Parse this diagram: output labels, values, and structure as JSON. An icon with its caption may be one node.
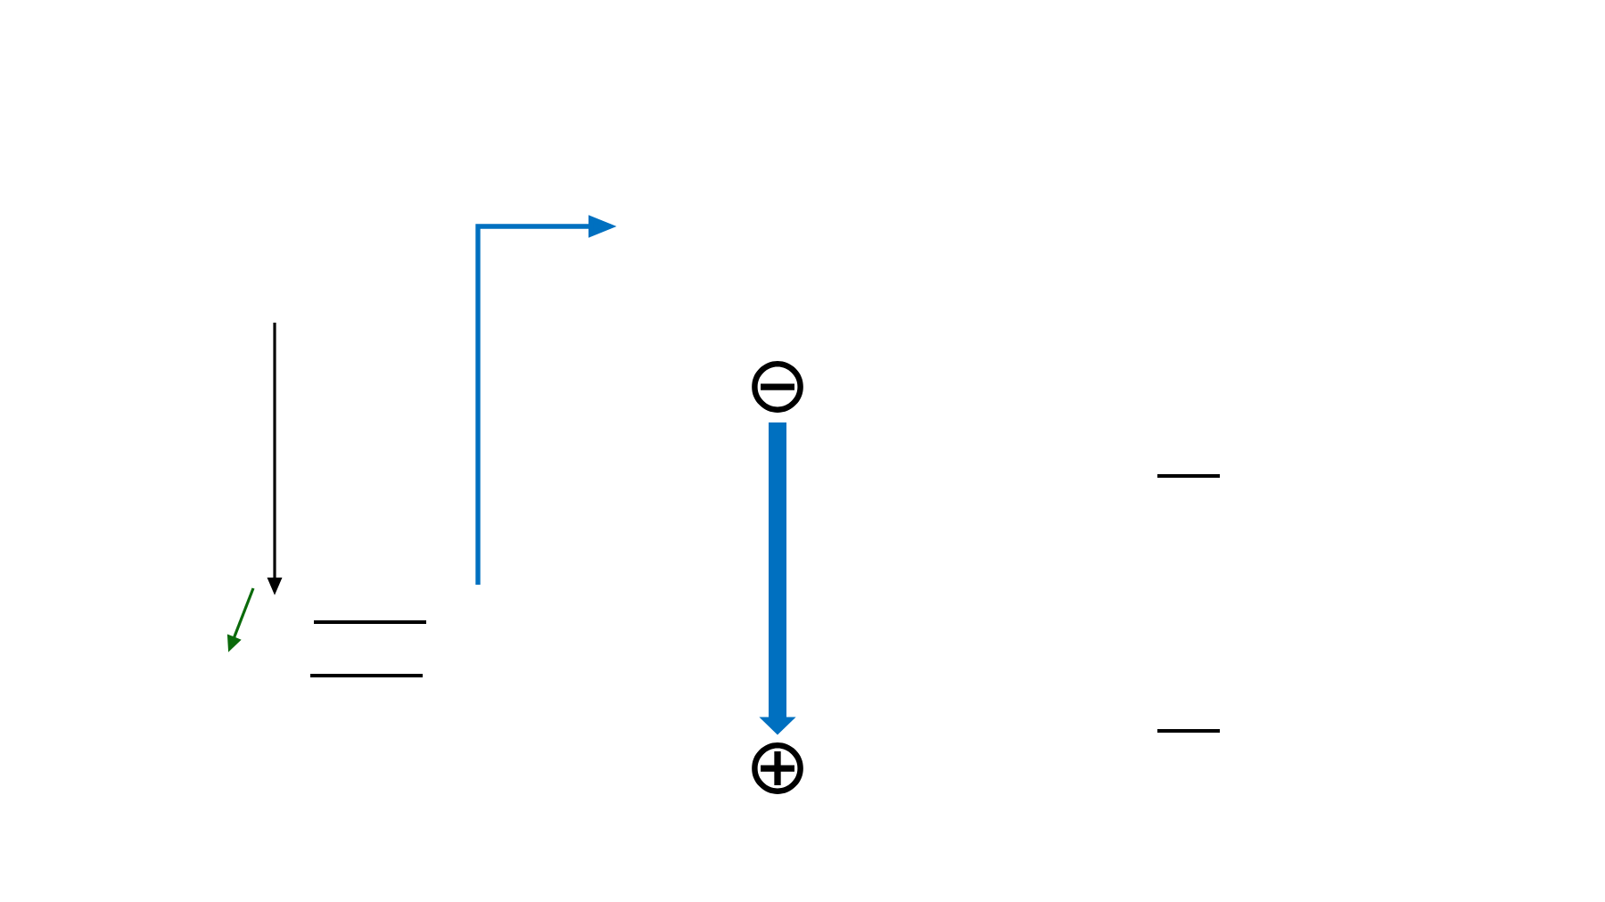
{
  "diagram": {
    "nodes": [
      {
        "text": [
          "⊖"
        ]
      },
      {
        "text": [
          "⊕"
        ]
      }
    ],
    "edges": [
      {
        "from": 0,
        "to": 1,
        "arrow": "to",
        "color": "#0070c0"
      }
    ]
  }
}
